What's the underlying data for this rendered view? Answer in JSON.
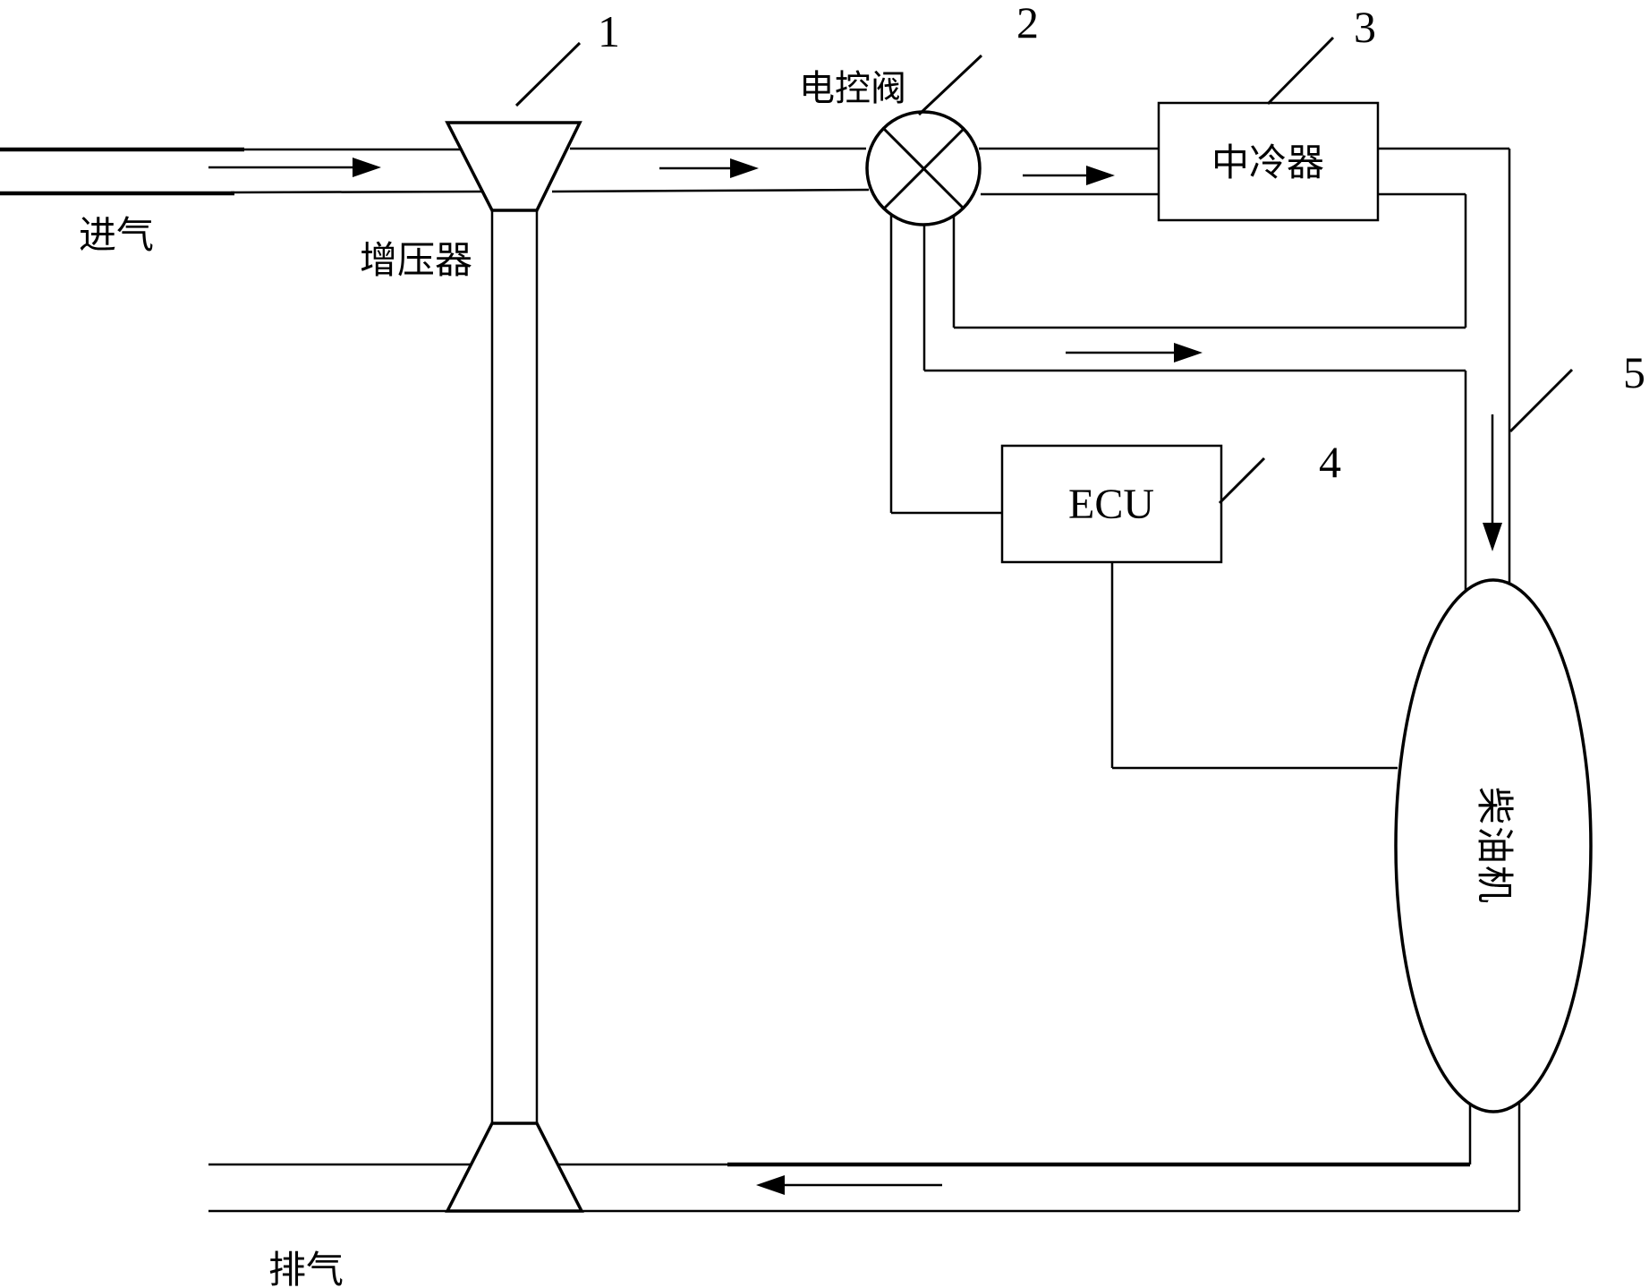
{
  "figure": {
    "labels": {
      "intake": "进气",
      "turbocharger": "增压器",
      "control_valve": "电控阀",
      "intercooler": "中冷器",
      "ecu": "ECU",
      "engine": "柴油机",
      "exhaust": "排气"
    },
    "reference_numbers": {
      "turbocharger": "1",
      "control_valve": "2",
      "intercooler": "3",
      "ecu": "4",
      "engine_intake_pipe": "5"
    },
    "colors": {
      "line": "#000000",
      "background": "#ffffff"
    }
  }
}
